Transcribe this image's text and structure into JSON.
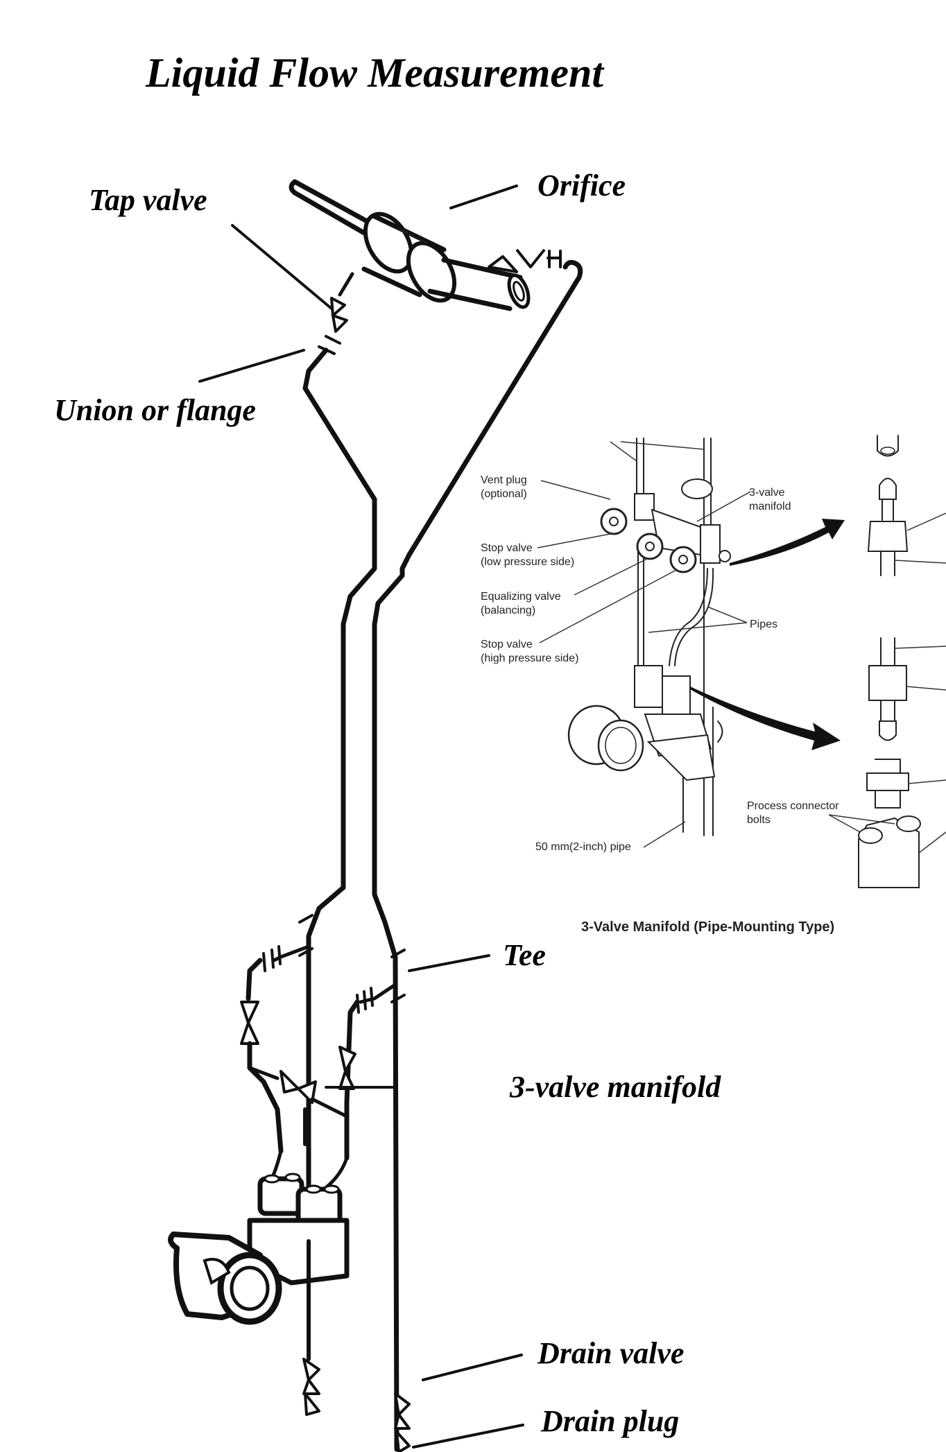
{
  "title": "Liquid Flow Measurement",
  "main_diagram": {
    "labels": {
      "tap_valve": "Tap valve",
      "orifice": "Orifice",
      "union_or_flange": "Union or flange",
      "tee": "Tee",
      "three_valve_manifold": "3-valve manifold",
      "drain_valve": "Drain valve",
      "drain_plug": "Drain plug"
    }
  },
  "inset_diagram": {
    "caption": "3-Valve Manifold (Pipe-Mounting Type)",
    "labels": {
      "vent_plug_1": "Vent plug",
      "vent_plug_2": "(optional)",
      "manifold_1": "3-valve",
      "manifold_2": "manifold",
      "stop_low_1": "Stop valve",
      "stop_low_2": "(low pressure side)",
      "equalizing_1": "Equalizing valve",
      "equalizing_2": "(balancing)",
      "stop_high_1": "Stop valve",
      "stop_high_2": "(high pressure side)",
      "pipes": "Pipes",
      "process_bolts_1": "Process connector",
      "process_bolts_2": "bolts",
      "pipe_size": "50 mm(2-inch) pipe"
    }
  }
}
